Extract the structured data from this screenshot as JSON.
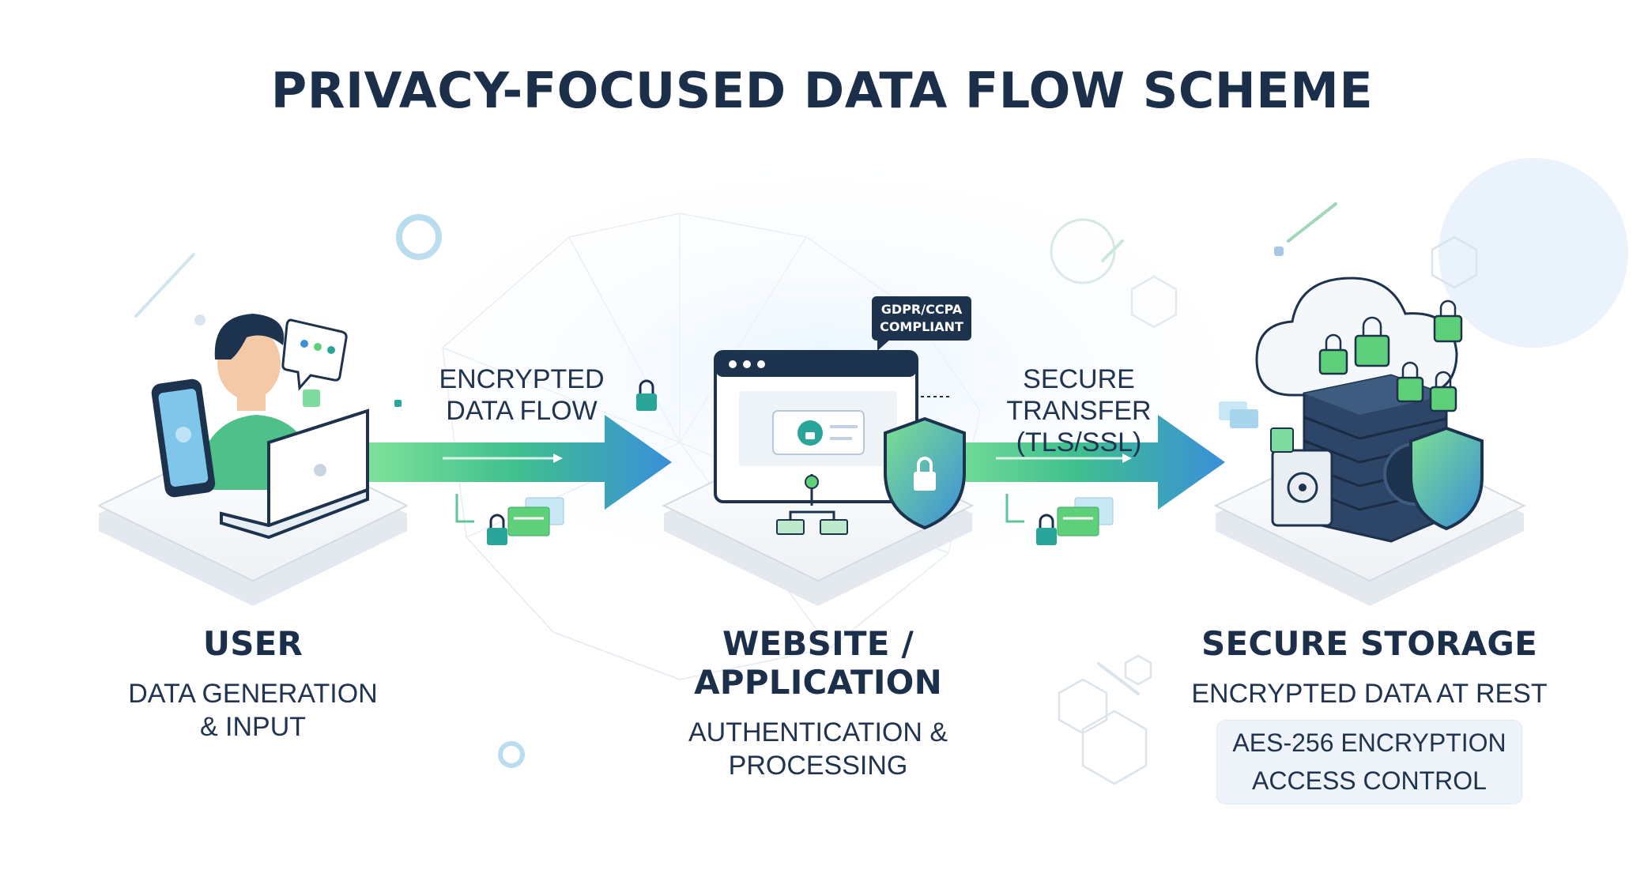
{
  "title": "PRIVACY-FOCUSED DATA FLOW SCHEME",
  "nodes": [
    {
      "title": "USER",
      "subtitle_line1": "DATA GENERATION",
      "subtitle_line2": "& INPUT"
    },
    {
      "title": "WEBSITE / APPLICATION",
      "subtitle_line1": "AUTHENTICATION &",
      "subtitle_line2": "PROCESSING"
    },
    {
      "title": "SECURE STORAGE",
      "subtitle_line1": "ENCRYPTED DATA AT REST",
      "specs": [
        "AES-256 ENCRYPTION",
        "ACCESS CONTROL"
      ]
    }
  ],
  "arrows": [
    {
      "label_line1": "ENCRYPTED",
      "label_line2": "DATA FLOW"
    },
    {
      "label_line1": "SECURE TRANSFER",
      "label_line2": "(TLS/SSL)"
    }
  ],
  "badge": {
    "line1": "GDPR/CCPA",
    "line2": "COMPLIANT"
  },
  "colors": {
    "navy": "#1b2f4b",
    "green": "#5fd07a",
    "blue": "#3f98dc",
    "teal": "#2aa59a",
    "platform": "#f4f7fa"
  },
  "icons": [
    "person-icon",
    "smartphone-icon",
    "laptop-icon",
    "chat-bubble-icon",
    "browser-window-icon",
    "shield-lock-icon",
    "padlock-icon",
    "server-rack-icon",
    "cloud-icon",
    "safe-icon",
    "data-card-icon"
  ]
}
